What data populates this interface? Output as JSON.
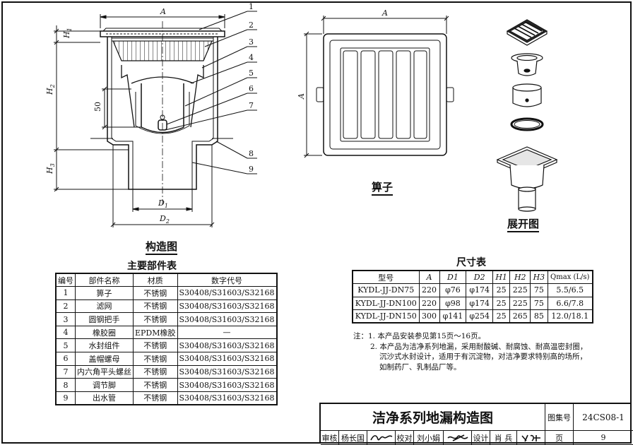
{
  "construction_labels": {
    "A": "A",
    "H1": "H",
    "H1_sub": "1",
    "H2": "H",
    "H2_sub": "2",
    "H3": "H",
    "H3_sub": "3",
    "dim50": "50",
    "D1": "D",
    "D1_sub": "1",
    "D2": "D",
    "D2_sub": "2",
    "callouts": [
      "1",
      "2",
      "3",
      "4",
      "5",
      "6",
      "7",
      "8",
      "9"
    ]
  },
  "grate_labels": {
    "A_top": "A",
    "A_side": "A"
  },
  "captions": {
    "construction": "构造图",
    "grate": "箅子",
    "exploded": "展开图",
    "parts_title": "主要部件表",
    "size_title": "尺寸表"
  },
  "parts_table": {
    "headers": [
      "编号",
      "部件名称",
      "材质",
      "数字代号"
    ],
    "rows": [
      [
        "1",
        "箅子",
        "不锈钢",
        "S30408/S31603/S32168"
      ],
      [
        "2",
        "滤网",
        "不锈钢",
        "S30408/S31603/S32168"
      ],
      [
        "3",
        "圆钢把手",
        "不锈钢",
        "S30408/S31603/S32168"
      ],
      [
        "4",
        "橡胶圈",
        "EPDM橡胶",
        "—"
      ],
      [
        "5",
        "水封组件",
        "不锈钢",
        "S30408/S31603/S32168"
      ],
      [
        "6",
        "盖帽螺母",
        "不锈钢",
        "S30408/S31603/S32168"
      ],
      [
        "7",
        "内六角平头螺丝",
        "不锈钢",
        "S30408/S31603/S32168"
      ],
      [
        "8",
        "调节脚",
        "不锈钢",
        "S30408/S31603/S32168"
      ],
      [
        "9",
        "出水管",
        "不锈钢",
        "S30408/S31603/S32168"
      ]
    ]
  },
  "size_table": {
    "headers": [
      "型号",
      "A",
      "D1",
      "D2",
      "H1",
      "H2",
      "H3",
      "Qmax (L/s)"
    ],
    "rows": [
      [
        "KYDL-JJ-DN75",
        "220",
        "φ76",
        "φ174",
        "25",
        "225",
        "75",
        "5.5/6.5"
      ],
      [
        "KYDL-JJ-DN100",
        "220",
        "φ98",
        "φ174",
        "25",
        "225",
        "75",
        "6.6/7.8"
      ],
      [
        "KYDL-JJ-DN150",
        "300",
        "φ141",
        "φ254",
        "25",
        "265",
        "85",
        "12.0/18.1"
      ]
    ]
  },
  "notes": {
    "line1": "注：1. 本产品安装参见第15页～16页。",
    "line2": "2. 本产品为洁净系列地漏，采用耐酸碱、耐腐蚀、耐高温密封圈，",
    "line3": "沉沙式水封设计，适用于有沉淀物，对洁净要求特别高的场所，",
    "line4": "如制药厂、乳制品厂等。"
  },
  "title_block": {
    "main_title": "洁净系列地漏构造图",
    "atlas_label": "图集号",
    "atlas_number": "24CS08-1",
    "review_label": "审核",
    "review_name": "杨长国",
    "check_label": "校对",
    "check_name": "刘小娟",
    "design_label": "设计",
    "design_name": "肖 兵",
    "page_label": "页",
    "page_number": "9"
  }
}
